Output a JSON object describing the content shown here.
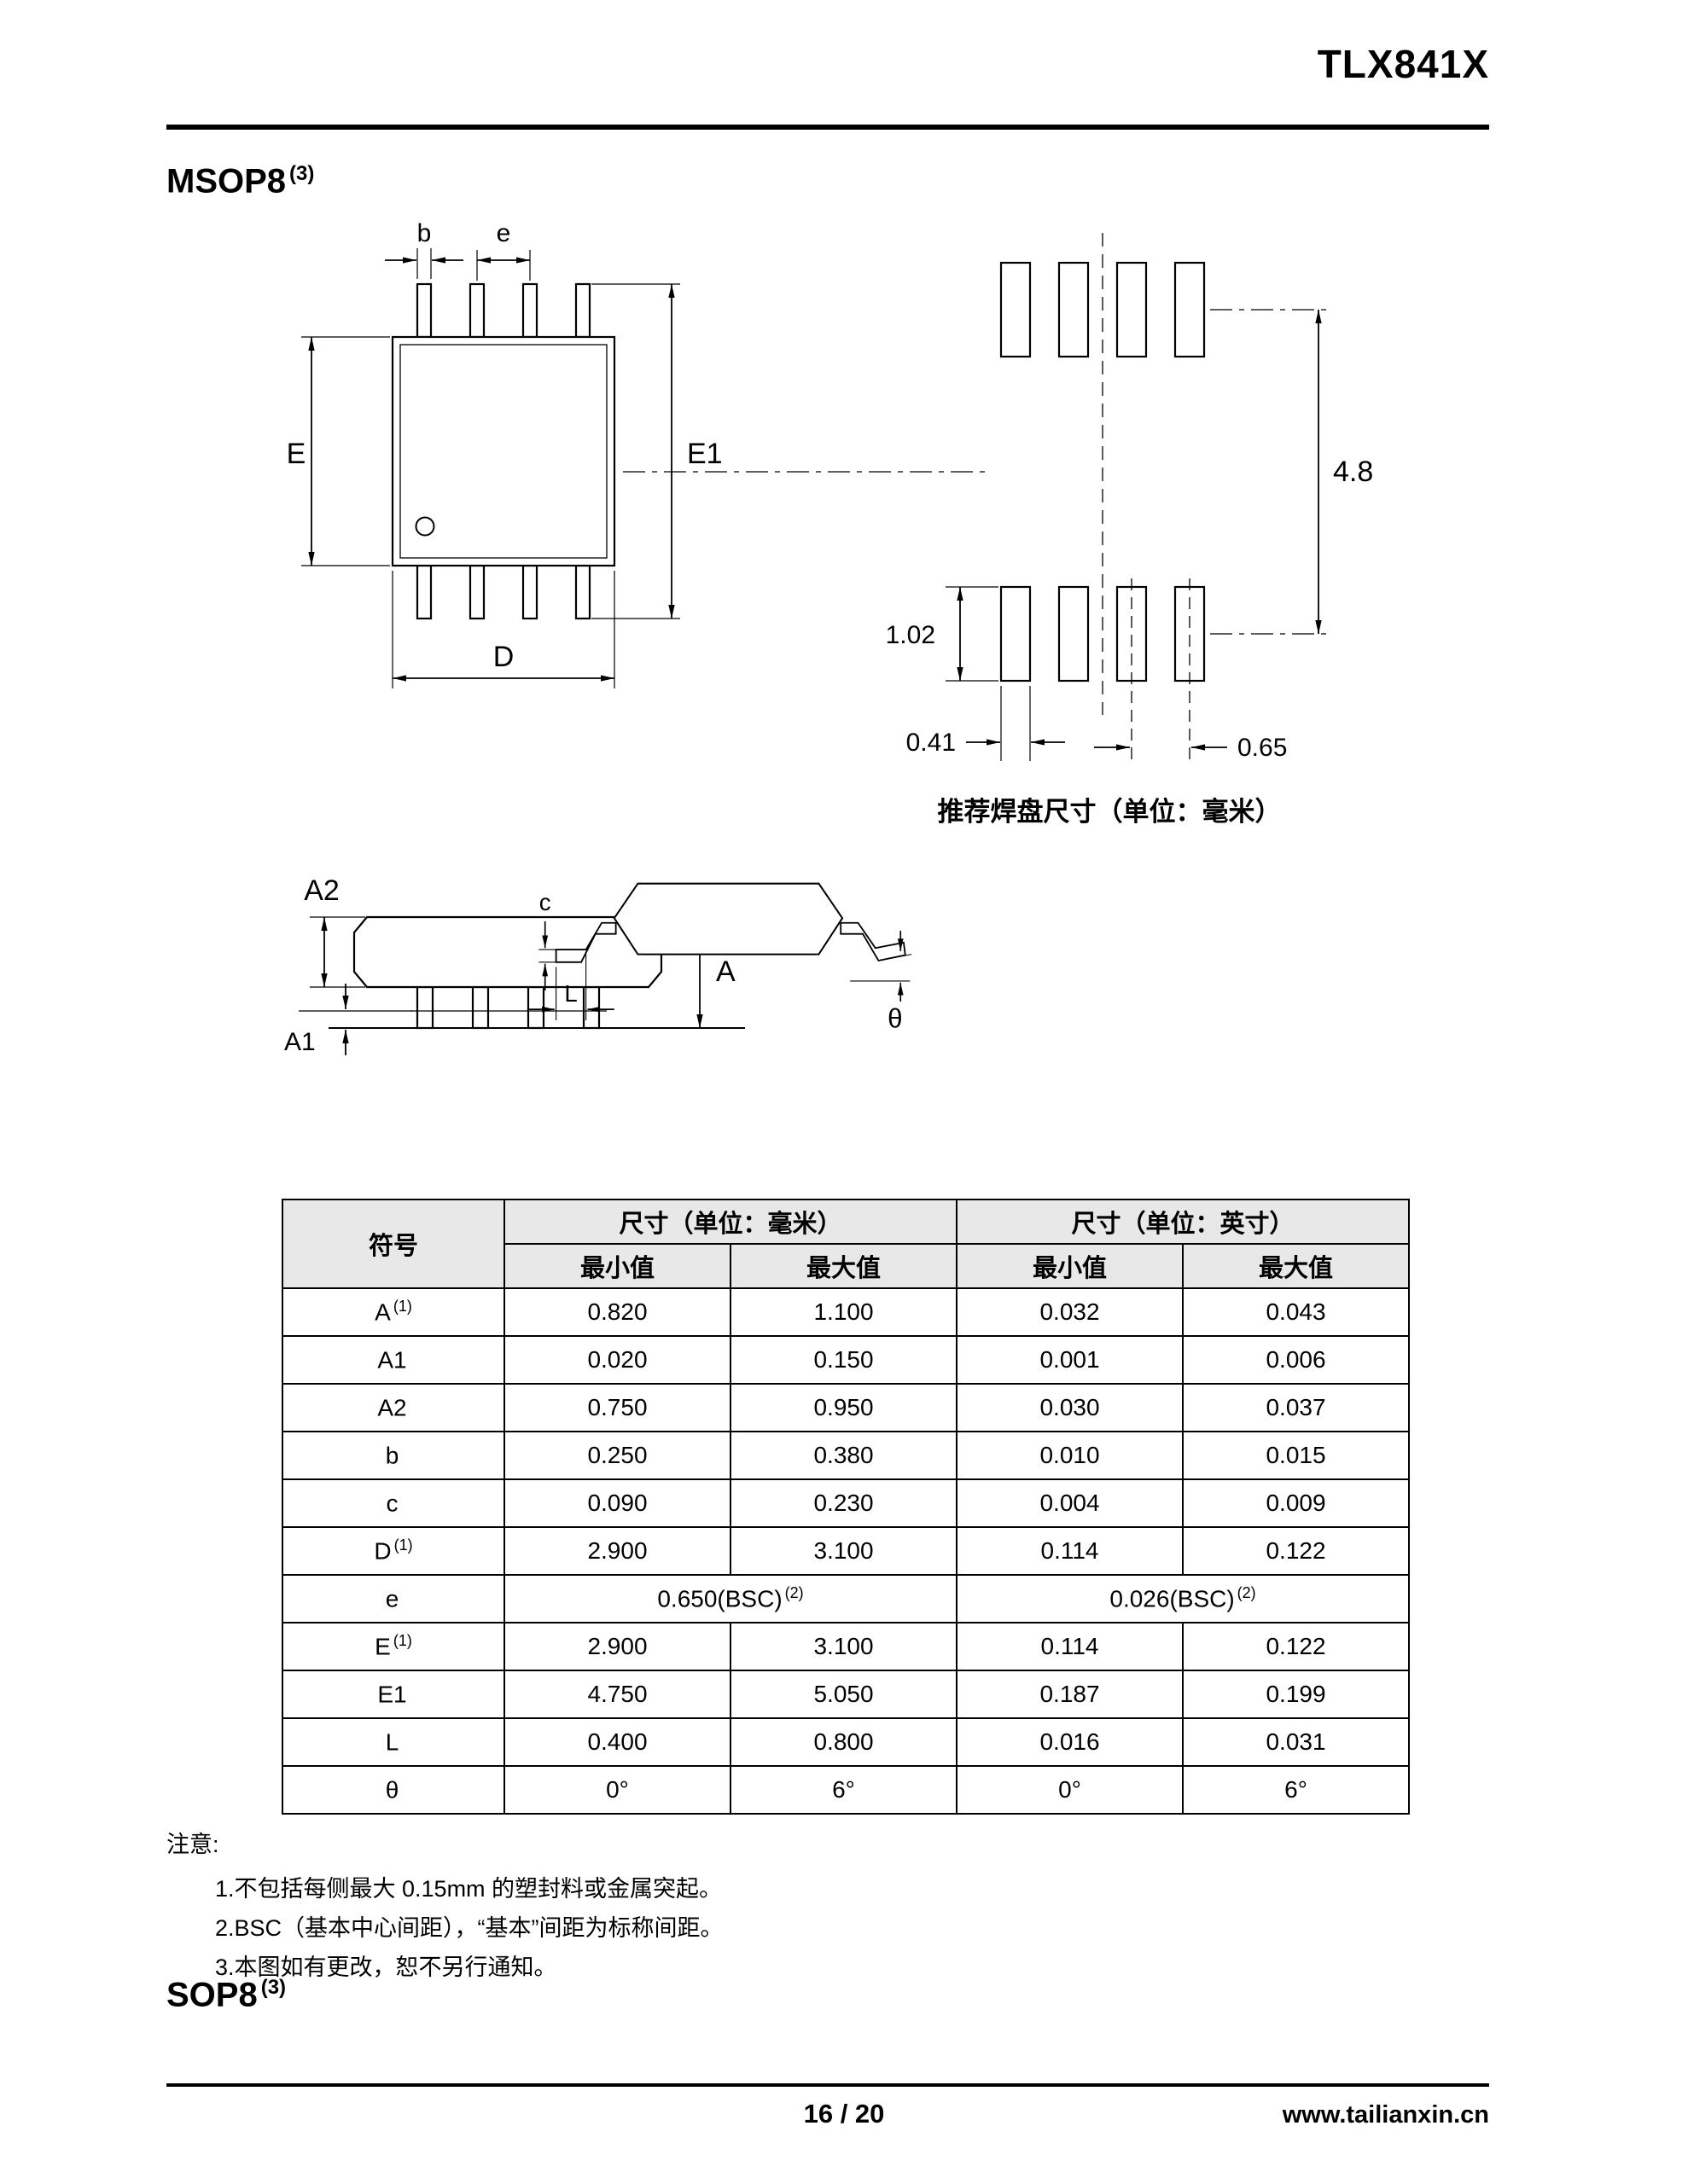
{
  "header": {
    "title": "TLX841X"
  },
  "msop8_heading": {
    "label": "MSOP8",
    "sup": "(3)"
  },
  "sop8_heading": {
    "label": "SOP8",
    "sup": "(3)"
  },
  "top_view": {
    "b": "b",
    "e": "e",
    "E": "E",
    "E1": "E1",
    "D": "D"
  },
  "pad_layout": {
    "row_span": "4.8",
    "pad_height": "1.02",
    "pad_width": "0.41",
    "pitch": "0.65",
    "caption": "推荐焊盘尺寸（单位：毫米）"
  },
  "side_view": {
    "A2": "A2",
    "A": "A",
    "A1": "A1"
  },
  "lead_profile": {
    "c": "c",
    "L": "L",
    "theta": "θ"
  },
  "table": {
    "symbol_header": "符号",
    "mm_header": "尺寸（单位：毫米）",
    "inch_header": "尺寸（单位：英寸）",
    "min_label": "最小值",
    "max_label": "最大值",
    "rows": [
      {
        "symbol": "A",
        "sup": "(1)",
        "mm_min": "0.820",
        "mm_max": "1.100",
        "in_min": "0.032",
        "in_max": "0.043"
      },
      {
        "symbol": "A1",
        "mm_min": "0.020",
        "mm_max": "0.150",
        "in_min": "0.001",
        "in_max": "0.006"
      },
      {
        "symbol": "A2",
        "mm_min": "0.750",
        "mm_max": "0.950",
        "in_min": "0.030",
        "in_max": "0.037"
      },
      {
        "symbol": "b",
        "mm_min": "0.250",
        "mm_max": "0.380",
        "in_min": "0.010",
        "in_max": "0.015"
      },
      {
        "symbol": "c",
        "mm_min": "0.090",
        "mm_max": "0.230",
        "in_min": "0.004",
        "in_max": "0.009"
      },
      {
        "symbol": "D",
        "sup": "(1)",
        "mm_min": "2.900",
        "mm_max": "3.100",
        "in_min": "0.114",
        "in_max": "0.122"
      },
      {
        "symbol": "e",
        "mm_span": "0.650(BSC)",
        "mm_span_sup": "(2)",
        "in_span": "0.026(BSC)",
        "in_span_sup": "(2)"
      },
      {
        "symbol": "E",
        "sup": "(1)",
        "mm_min": "2.900",
        "mm_max": "3.100",
        "in_min": "0.114",
        "in_max": "0.122"
      },
      {
        "symbol": "E1",
        "mm_min": "4.750",
        "mm_max": "5.050",
        "in_min": "0.187",
        "in_max": "0.199"
      },
      {
        "symbol": "L",
        "mm_min": "0.400",
        "mm_max": "0.800",
        "in_min": "0.016",
        "in_max": "0.031"
      },
      {
        "symbol": "θ",
        "mm_min": "0°",
        "mm_max": "6°",
        "in_min": "0°",
        "in_max": "6°"
      }
    ]
  },
  "notes": {
    "title": "注意:",
    "items": [
      "1.不包括每侧最大 0.15mm 的塑封料或金属突起。",
      "2.BSC（基本中心间距），“基本”间距为标称间距。",
      "3.本图如有更改，恕不另行通知。"
    ]
  },
  "footer": {
    "page": "16 / 20",
    "website": "www.tailianxin.cn"
  }
}
